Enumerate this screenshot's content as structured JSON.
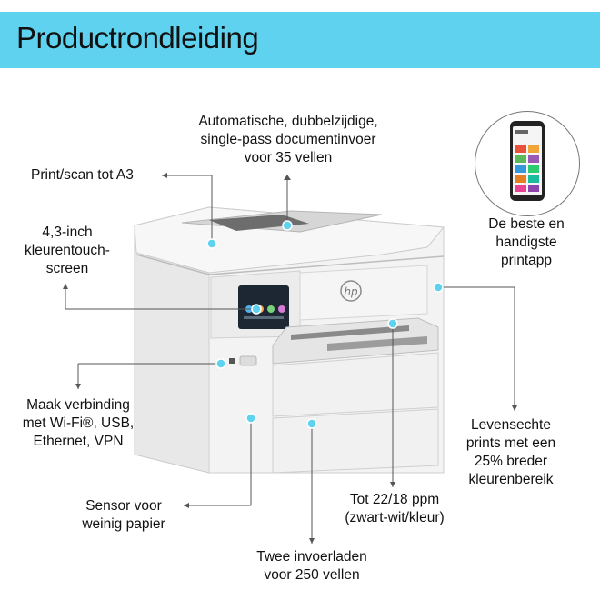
{
  "header": {
    "title": "Productrondleiding"
  },
  "callouts": {
    "adf": [
      "Automatische, dubbelzijdige,",
      "single-pass documentinvoer",
      "voor 35 vellen"
    ],
    "a3": "Print/scan tot A3",
    "touch": [
      "4,3-inch",
      "kleurentouch-",
      "screen"
    ],
    "app": [
      "De beste en",
      "handigste",
      "printapp"
    ],
    "connect": [
      "Maak verbinding",
      "met Wi-Fi®, USB,",
      "Ethernet, VPN"
    ],
    "sensor": [
      "Sensor voor",
      "weinig papier"
    ],
    "speed": [
      "Tot 22/18 ppm",
      "(zwart-wit/kleur)"
    ],
    "trays": [
      "Twee invoerladen",
      "voor 250 vellen"
    ],
    "prints": [
      "Levensechte",
      "prints met een",
      "25% breder",
      "kleurenbereik"
    ]
  },
  "printer": {
    "brand": "hp",
    "brand_color": "#7a7a7a"
  },
  "colors": {
    "accent": "#5ed2ee",
    "dot": "#5ed2ee"
  }
}
